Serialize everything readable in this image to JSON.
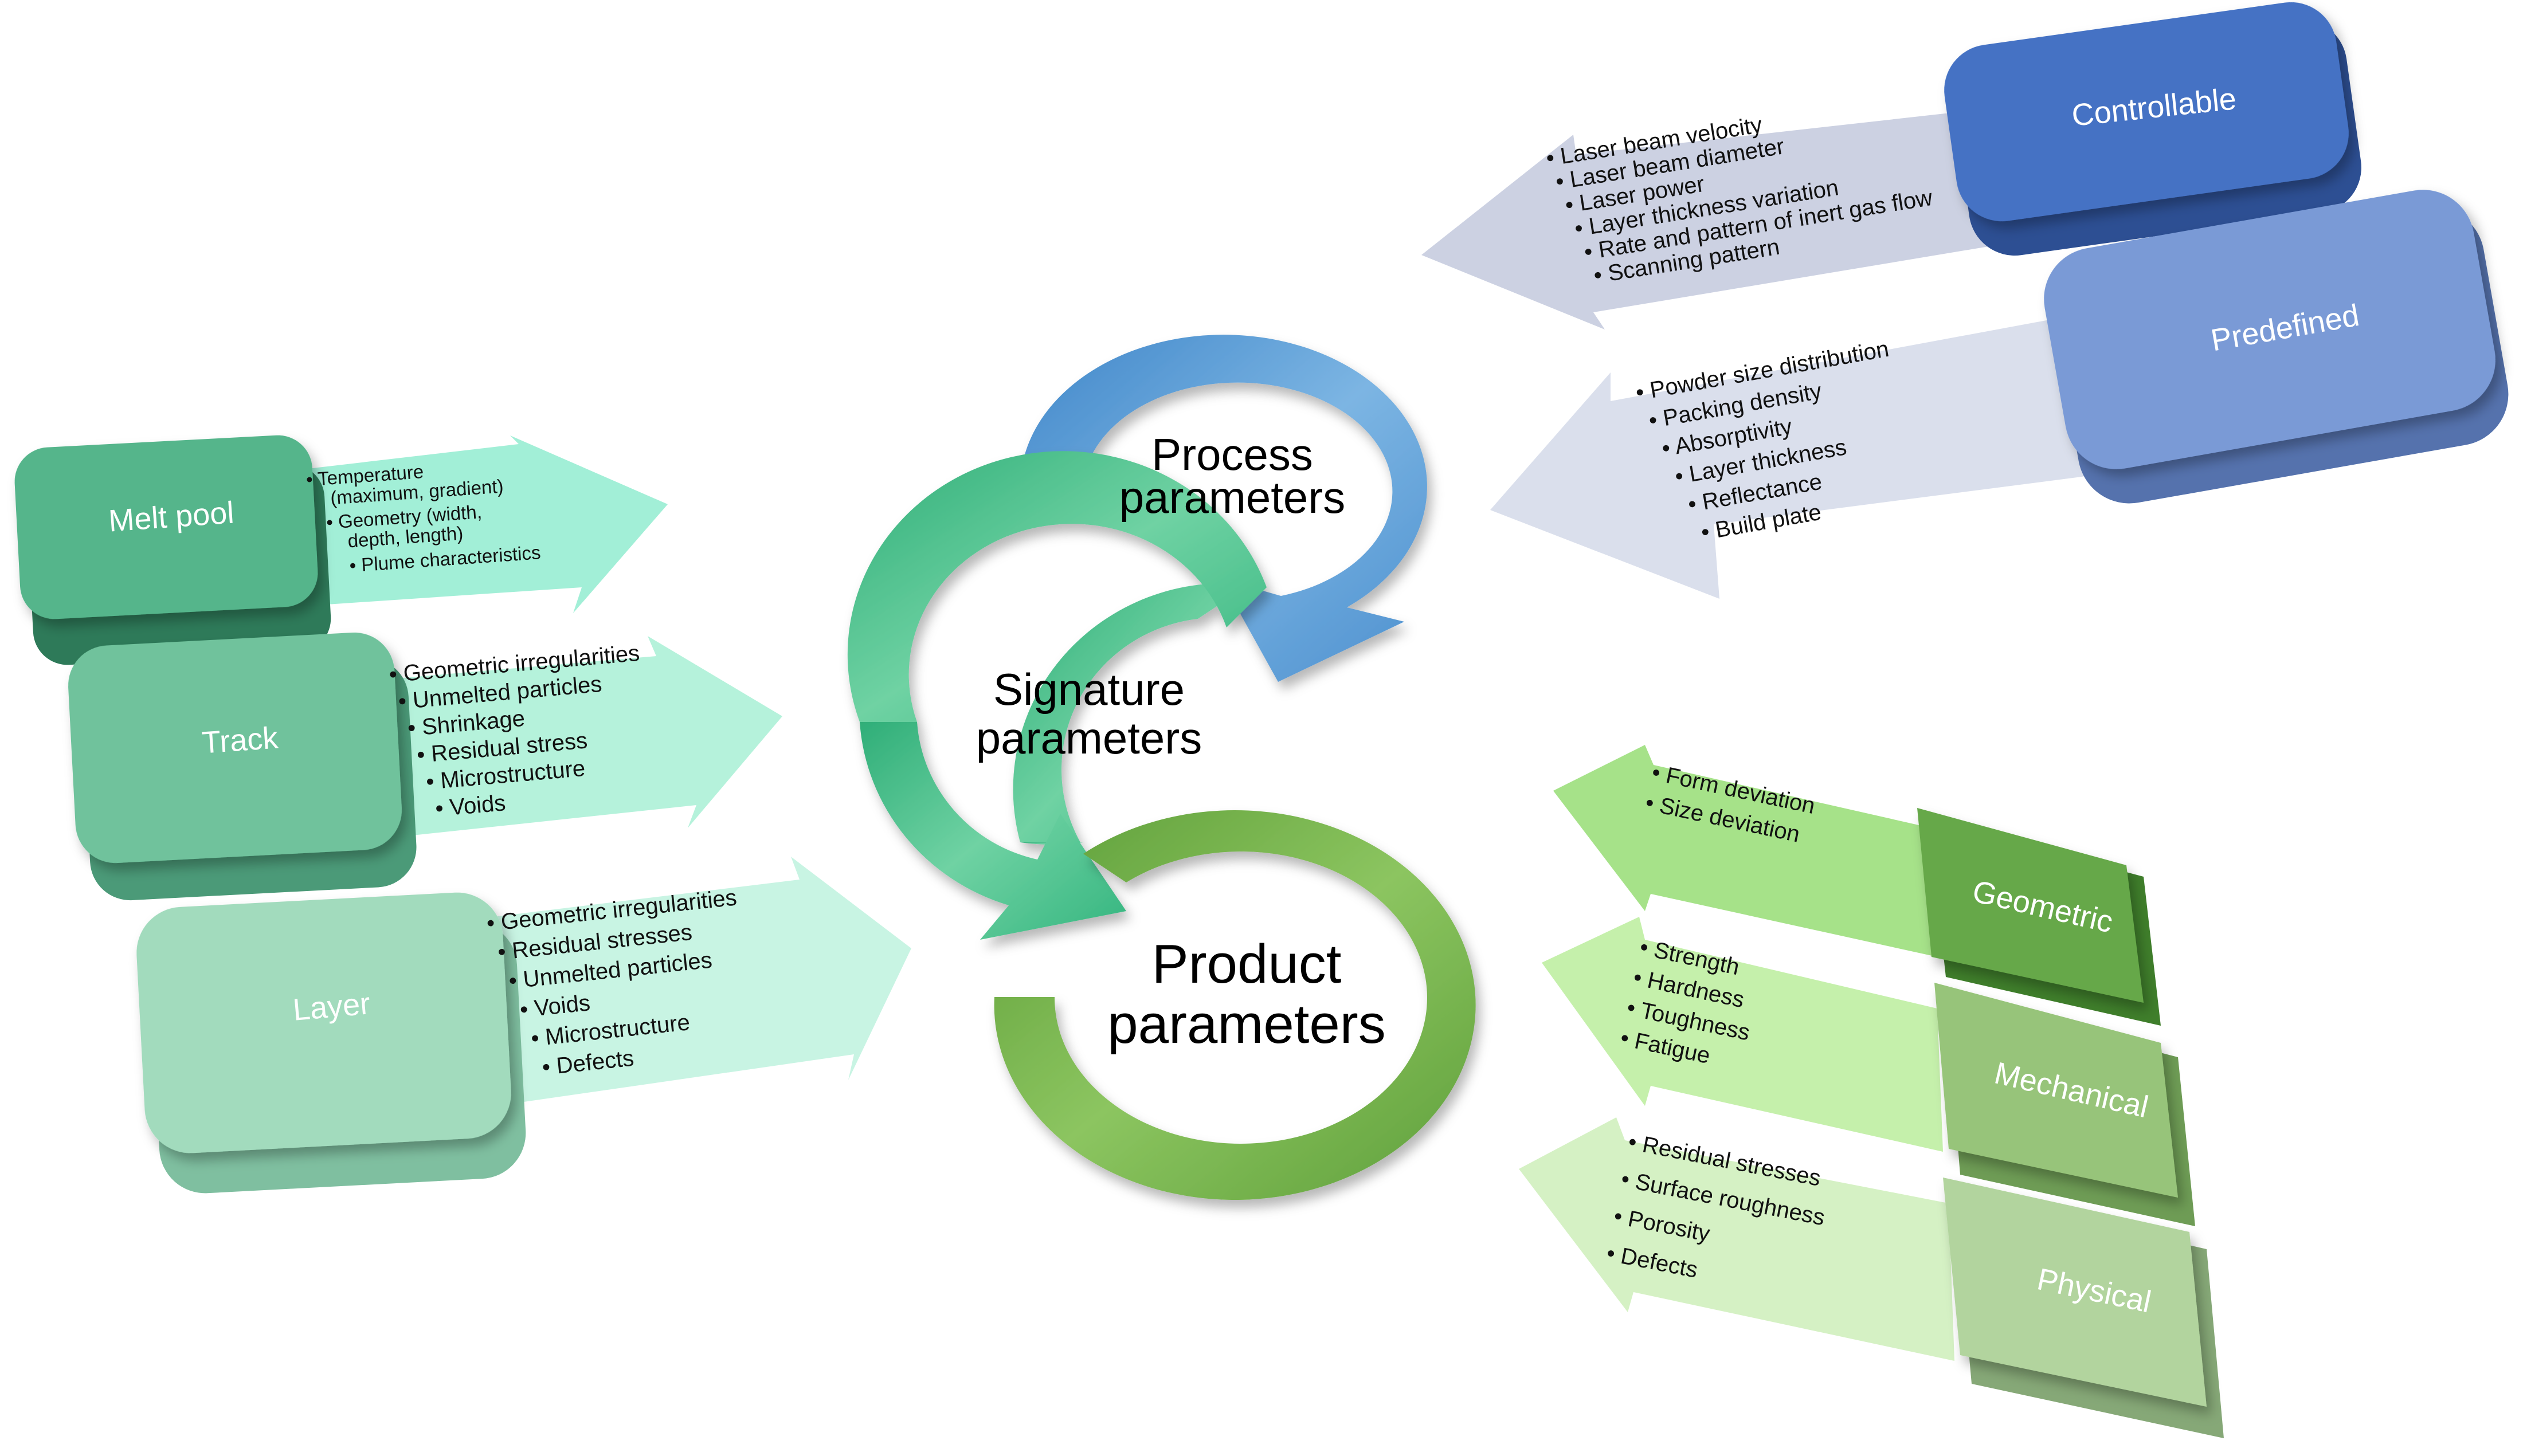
{
  "center": {
    "process": [
      "Process",
      "parameters"
    ],
    "signature": [
      "Signature",
      "parameters"
    ],
    "product": [
      "Product",
      "parameters"
    ]
  },
  "left_groups": [
    {
      "label": "Melt pool",
      "color": "#4fae86",
      "items": [
        "Temperature",
        "(maximum, gradient)",
        "Geometry (width,",
        "depth, length)",
        "Plume characteristics"
      ],
      "bullets": [
        true,
        false,
        true,
        false,
        true
      ]
    },
    {
      "label": "Track",
      "color": "#6cbf98",
      "items": [
        "Geometric irregularities",
        "Unmelted particles",
        "Shrinkage",
        "Residual stress",
        "Microstructure",
        "Voids"
      ]
    },
    {
      "label": "Layer",
      "color": "#9bd7b8",
      "items": [
        "Geometric irregularities",
        "Residual stresses",
        "Unmelted particles",
        "Voids",
        "Microstructure",
        "Defects"
      ]
    }
  ],
  "right_top_groups": [
    {
      "label": "Controllable",
      "color": "#3f6cc0",
      "items": [
        "Laser beam velocity",
        "Laser beam diameter",
        "Laser power",
        "Layer thickness variation",
        "Rate and pattern of inert gas flow",
        "Scanning pattern"
      ]
    },
    {
      "label": "Predefined",
      "color": "#7396d3",
      "items": [
        "Powder size distribution",
        "Packing density",
        "Absorptivity",
        "Layer thickness",
        "Reflectance",
        "Build plate"
      ]
    }
  ],
  "right_bottom_groups": [
    {
      "label": "Geometric",
      "color": "#5e9f45",
      "items": [
        "Form deviation",
        "Size deviation"
      ]
    },
    {
      "label": "Mechanical",
      "color": "#8ebd70",
      "items": [
        "Strength",
        "Hardness",
        "Toughness",
        "Fatigue"
      ]
    },
    {
      "label": "Physical",
      "color": "#a9cd93",
      "items": [
        "Residual stresses",
        "Surface roughness",
        "Porosity",
        "Defects"
      ]
    }
  ],
  "colors": {
    "process_arrow": "#5b9bd5",
    "signature_arrow": "#3fbf8a",
    "product_arrow": "#70ad47"
  }
}
